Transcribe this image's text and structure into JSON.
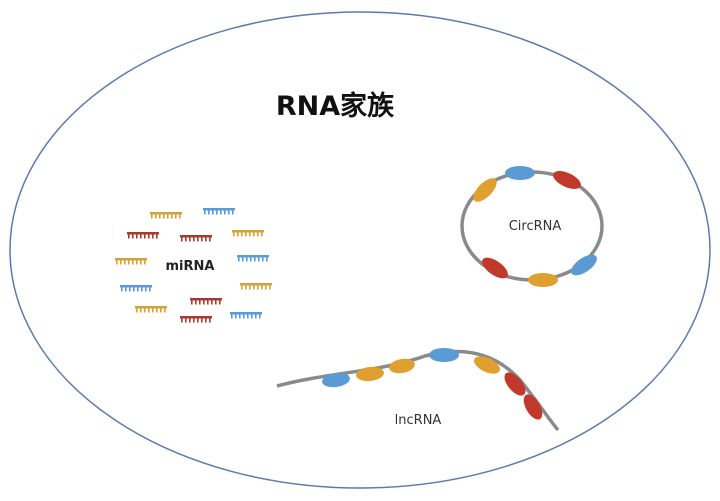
{
  "title": "RNA家族",
  "labels": {
    "mirna": "miRNA",
    "circrna": "CircRNA",
    "lncrna": "lncRNA"
  },
  "colors": {
    "outline": "#5b7bb0",
    "strand": "#8a8a8a",
    "blue": "#5b9bd5",
    "orange": "#e0a030",
    "red": "#c0392b",
    "gold": "#d4a23a",
    "darkred": "#a83a2f"
  }
}
